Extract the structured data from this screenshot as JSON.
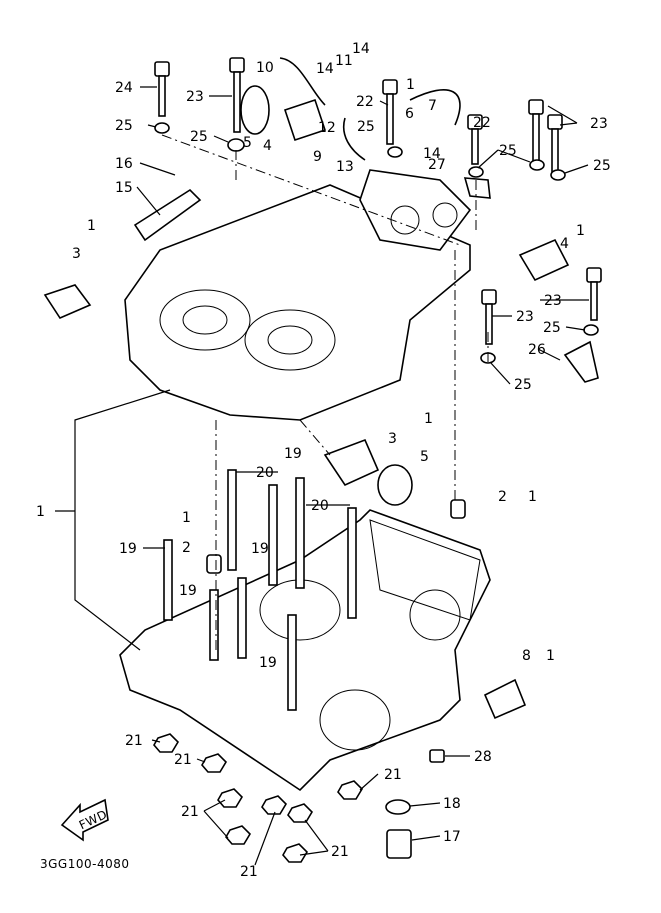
{
  "diagram": {
    "part_code": "3GG100-4080",
    "fwd_label": "FWD",
    "labels": [
      "24",
      "23",
      "10",
      "14",
      "11",
      "14",
      "1",
      "7",
      "22",
      "12",
      "6",
      "25",
      "25",
      "5",
      "4",
      "9",
      "25",
      "22",
      "23",
      "14",
      "25",
      "25",
      "27",
      "13",
      "16",
      "15",
      "1",
      "3",
      "4",
      "1",
      "23",
      "23",
      "25",
      "26",
      "25",
      "1",
      "3",
      "5",
      "20",
      "19",
      "2",
      "1",
      "1",
      "20",
      "1",
      "2",
      "19",
      "19",
      "19",
      "19",
      "8",
      "1",
      "21",
      "21",
      "28",
      "21",
      "21",
      "18",
      "17",
      "21",
      "21"
    ]
  }
}
